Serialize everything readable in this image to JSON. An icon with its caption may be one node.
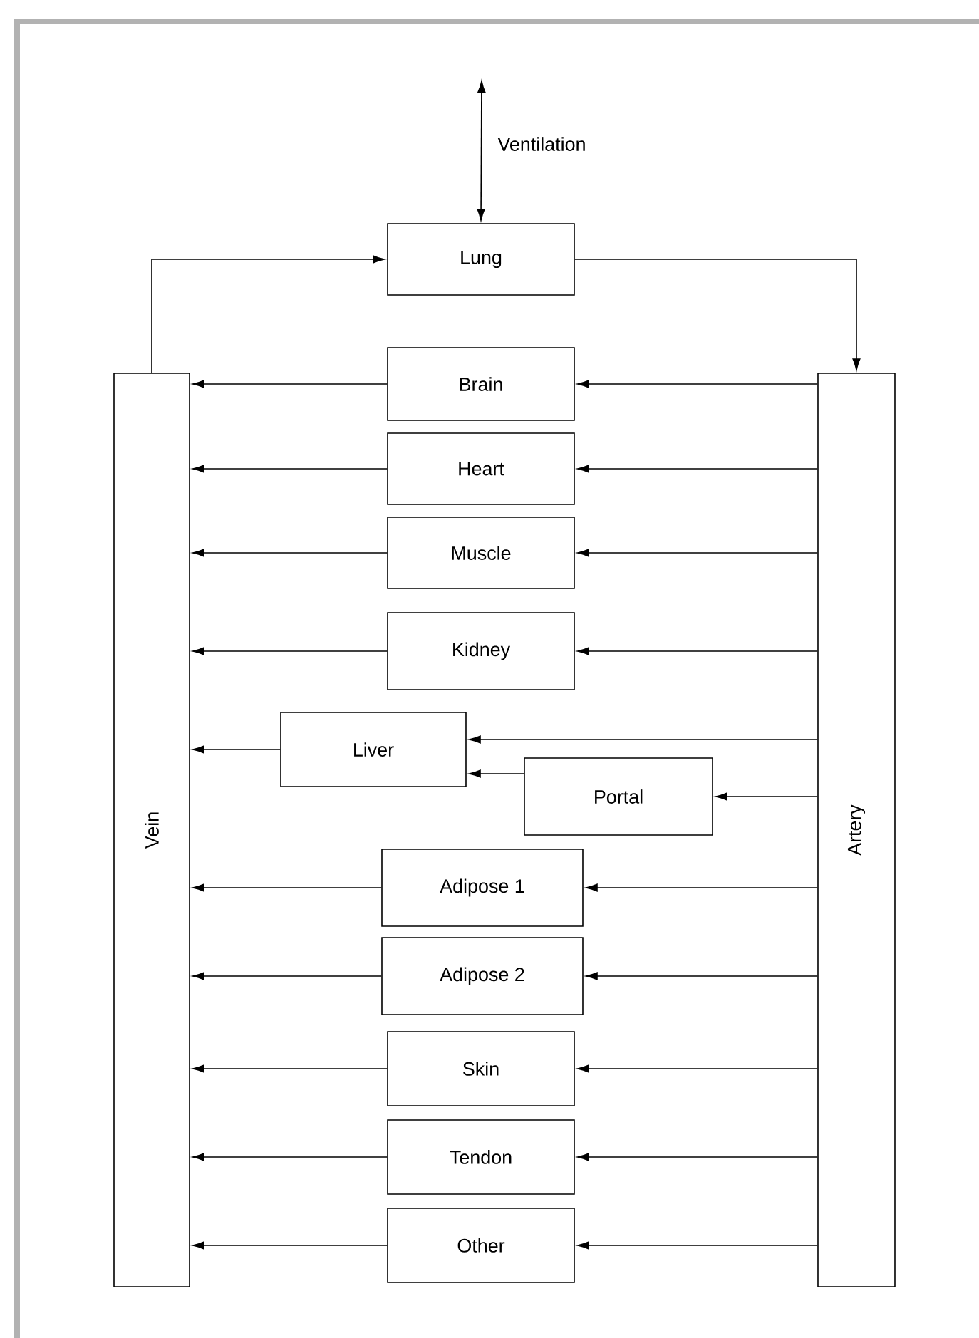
{
  "diagram": {
    "nodes": [
      {
        "text": [
          "Lung"
        ]
      },
      {
        "text": [
          "Vein"
        ]
      },
      {
        "text": [
          "Artery"
        ]
      },
      {
        "text": [
          "Brain"
        ]
      },
      {
        "text": [
          "Heart"
        ]
      },
      {
        "text": [
          "Muscle"
        ]
      },
      {
        "text": [
          "Kidney"
        ]
      },
      {
        "text": [
          "Liver"
        ]
      },
      {
        "text": [
          "Portal"
        ]
      },
      {
        "text": [
          "Adipose 1"
        ]
      },
      {
        "text": [
          "Adipose 2"
        ]
      },
      {
        "text": [
          "Skin"
        ]
      },
      {
        "text": [
          "Tendon"
        ]
      },
      {
        "text": [
          "Other"
        ]
      }
    ],
    "edges": [
      {
        "from": null,
        "to": 0,
        "arrow": "both",
        "label": "Ventilation"
      },
      {
        "from": 0,
        "to": 2,
        "arrow": "to"
      },
      {
        "from": 1,
        "to": 0,
        "arrow": "to"
      },
      {
        "from": 2,
        "to": 3,
        "arrow": "to"
      },
      {
        "from": 3,
        "to": 1,
        "arrow": "to"
      },
      {
        "from": 2,
        "to": 4,
        "arrow": "to"
      },
      {
        "from": 4,
        "to": 1,
        "arrow": "to"
      },
      {
        "from": 2,
        "to": 5,
        "arrow": "to"
      },
      {
        "from": 5,
        "to": 1,
        "arrow": "to"
      },
      {
        "from": 2,
        "to": 6,
        "arrow": "to"
      },
      {
        "from": 6,
        "to": 1,
        "arrow": "to"
      },
      {
        "from": 2,
        "to": 7,
        "arrow": "to"
      },
      {
        "from": 8,
        "to": 7,
        "arrow": "to"
      },
      {
        "from": 7,
        "to": 1,
        "arrow": "to"
      },
      {
        "from": 2,
        "to": 8,
        "arrow": "to"
      },
      {
        "from": 2,
        "to": 9,
        "arrow": "to"
      },
      {
        "from": 9,
        "to": 1,
        "arrow": "to"
      },
      {
        "from": 2,
        "to": 10,
        "arrow": "to"
      },
      {
        "from": 10,
        "to": 1,
        "arrow": "to"
      },
      {
        "from": 2,
        "to": 11,
        "arrow": "to"
      },
      {
        "from": 11,
        "to": 1,
        "arrow": "to"
      },
      {
        "from": 2,
        "to": 12,
        "arrow": "to"
      },
      {
        "from": 12,
        "to": 1,
        "arrow": "to"
      },
      {
        "from": 2,
        "to": 13,
        "arrow": "to"
      },
      {
        "from": 13,
        "to": 1,
        "arrow": "to"
      }
    ]
  }
}
